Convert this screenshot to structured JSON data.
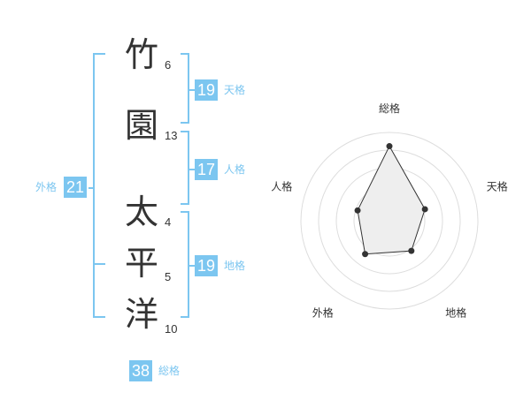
{
  "name": {
    "characters": [
      {
        "char": "竹",
        "strokes": "6"
      },
      {
        "char": "園",
        "strokes": "13"
      },
      {
        "char": "太",
        "strokes": "4"
      },
      {
        "char": "平",
        "strokes": "5"
      },
      {
        "char": "洋",
        "strokes": "10"
      }
    ]
  },
  "fortune": {
    "tenkaku": {
      "value": "19",
      "label": "天格"
    },
    "jinkaku": {
      "value": "17",
      "label": "人格"
    },
    "chikaku": {
      "value": "19",
      "label": "地格"
    },
    "gaikaku": {
      "value": "21",
      "label": "外格"
    },
    "soukaku": {
      "value": "38",
      "label": "総格"
    }
  },
  "radar": {
    "axes": [
      "総格",
      "天格",
      "地格",
      "外格",
      "人格"
    ],
    "values": [
      38,
      19,
      19,
      21,
      17
    ],
    "accent": "#7cc6f0",
    "fill": "#eeeeee",
    "grid_color": "#dddddd"
  }
}
